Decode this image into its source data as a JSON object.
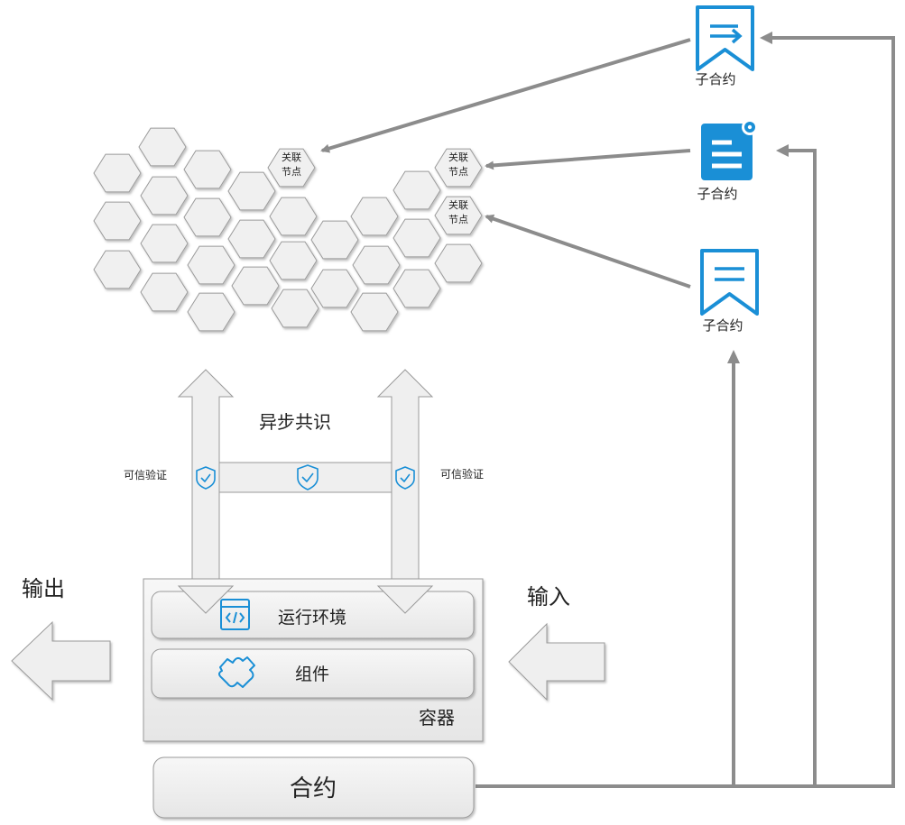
{
  "sub_contracts": [
    {
      "label": "子合约",
      "icon": "ribbon-arrow-icon"
    },
    {
      "label": "子合约",
      "icon": "document-gear-icon"
    },
    {
      "label": "子合约",
      "icon": "ribbon-lines-icon"
    }
  ],
  "network": {
    "related_nodes": [
      {
        "line1": "关联",
        "line2": "节点"
      },
      {
        "line1": "关联",
        "line2": "节点"
      },
      {
        "line1": "关联",
        "line2": "节点"
      }
    ]
  },
  "consensus": {
    "title": "异步共识",
    "left_verify": "可信验证",
    "right_verify": "可信验证"
  },
  "container": {
    "runtime_label": "运行环境",
    "component_label": "组件",
    "container_label": "容器"
  },
  "io": {
    "output_label": "输出",
    "input_label": "输入"
  },
  "contract": {
    "label": "合约"
  },
  "colors": {
    "accent": "#1a8fd6",
    "arrow_gray": "#8c8c8c",
    "hex_fill": "#f0f0f0",
    "hex_stroke": "#9a9a9a"
  }
}
